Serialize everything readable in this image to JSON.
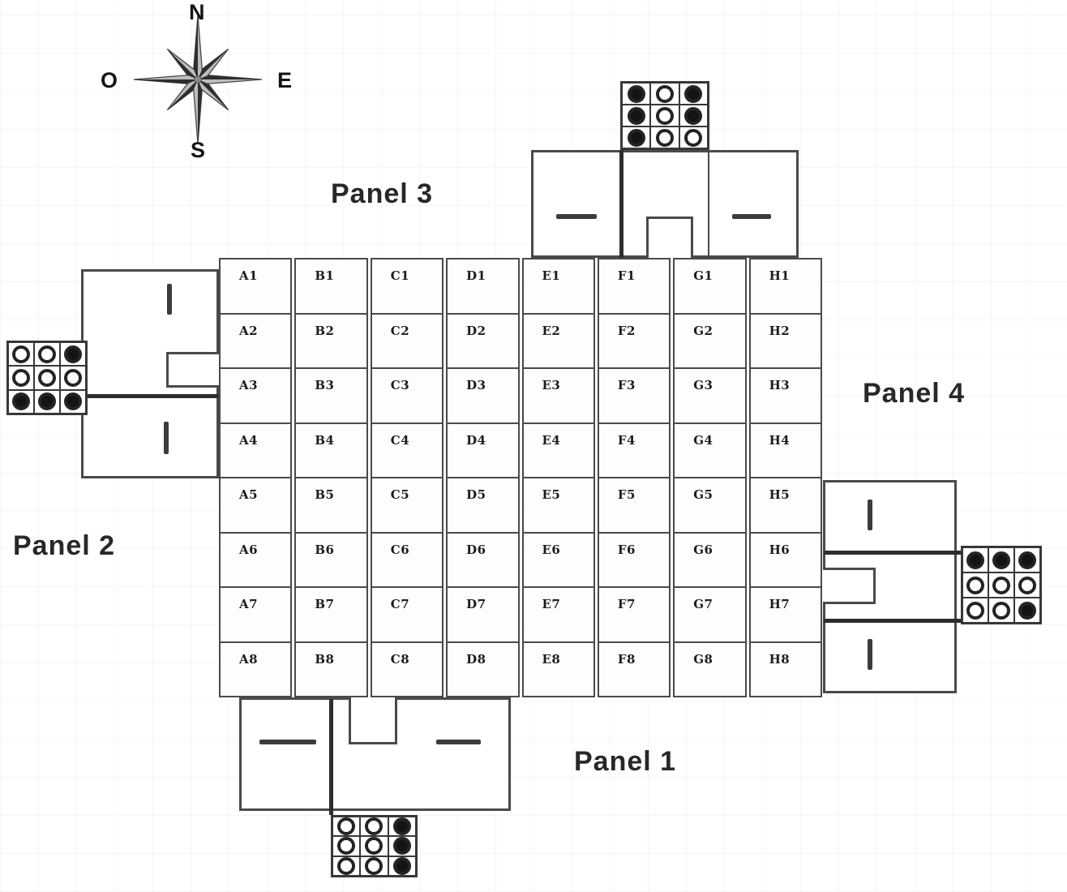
{
  "compass": {
    "n": "N",
    "e": "E",
    "s": "S",
    "w": "O"
  },
  "panel_labels": {
    "panel1": "Panel 1",
    "panel2": "Panel 2",
    "panel3": "Panel 3",
    "panel4": "Panel 4"
  },
  "grid": {
    "columns": [
      "A",
      "B",
      "C",
      "D",
      "E",
      "F",
      "G",
      "H"
    ],
    "row_count": 8,
    "cells": [
      [
        "A1",
        "B1",
        "C1",
        "D1",
        "E1",
        "F1",
        "G1",
        "H1"
      ],
      [
        "A2",
        "B2",
        "C2",
        "D2",
        "E2",
        "F2",
        "G2",
        "H2"
      ],
      [
        "A3",
        "B3",
        "C3",
        "D3",
        "E3",
        "F3",
        "G3",
        "H3"
      ],
      [
        "A4",
        "B4",
        "C4",
        "D4",
        "E4",
        "F4",
        "G4",
        "H4"
      ],
      [
        "A5",
        "B5",
        "C5",
        "D5",
        "E5",
        "F5",
        "G5",
        "H5"
      ],
      [
        "A6",
        "B6",
        "C6",
        "D6",
        "E6",
        "F6",
        "G6",
        "H6"
      ],
      [
        "A7",
        "B7",
        "C7",
        "D7",
        "E7",
        "F7",
        "G7",
        "H7"
      ],
      [
        "A8",
        "B8",
        "C8",
        "D8",
        "E8",
        "F8",
        "G8",
        "H8"
      ]
    ]
  },
  "connectors": {
    "top": [
      [
        "filled",
        "open",
        "filled"
      ],
      [
        "filled",
        "open",
        "filled"
      ],
      [
        "filled",
        "open",
        "open"
      ]
    ],
    "left": [
      [
        "open",
        "open",
        "filled"
      ],
      [
        "open",
        "open",
        "open"
      ],
      [
        "filled",
        "filled",
        "filled"
      ]
    ],
    "right": [
      [
        "filled",
        "filled",
        "filled"
      ],
      [
        "open",
        "open",
        "open"
      ],
      [
        "open",
        "open",
        "filled"
      ]
    ],
    "bottom": [
      [
        "open",
        "open",
        "filled"
      ],
      [
        "open",
        "open",
        "filled"
      ],
      [
        "open",
        "open",
        "filled"
      ]
    ]
  }
}
